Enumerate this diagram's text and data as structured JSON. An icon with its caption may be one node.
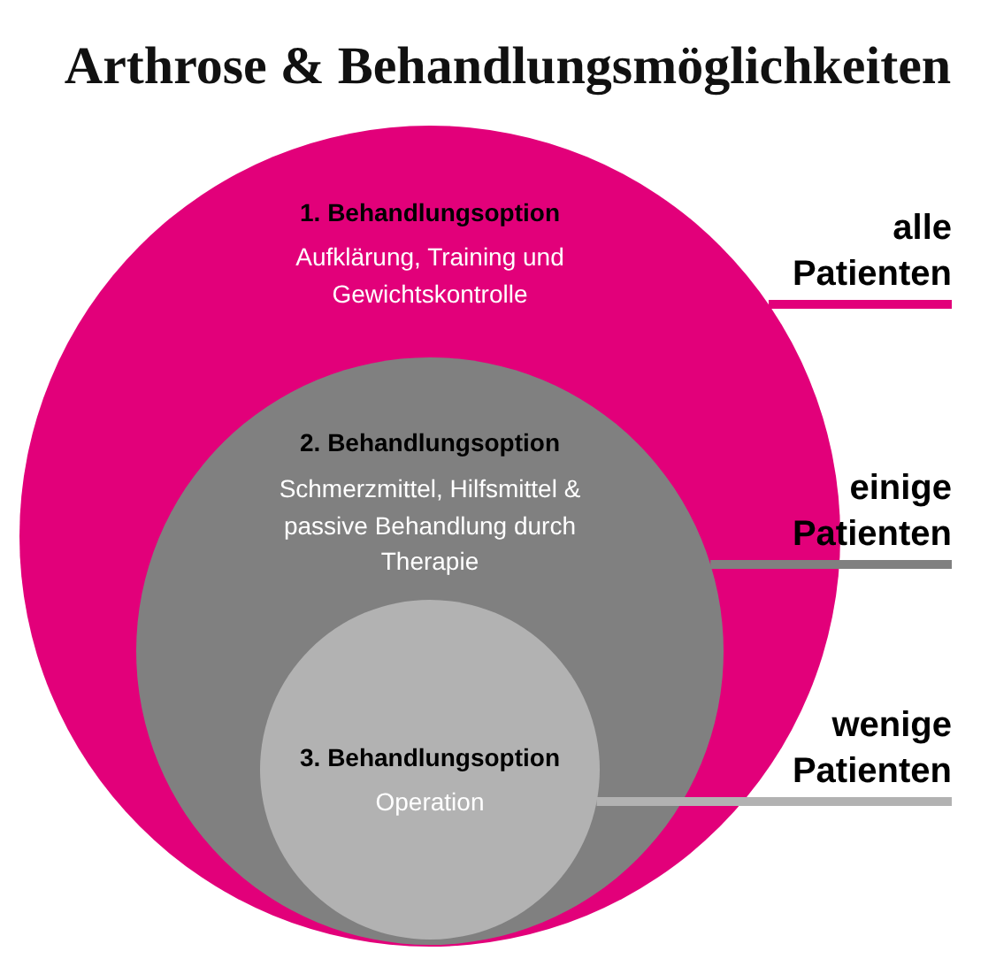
{
  "diagram": {
    "title": "Arthrose & Behandlungsmöglichkeiten",
    "nodes": [
      {
        "text": [
          "1. Behandlungsoption",
          "Aufklärung, Training und Gewichtskontrolle"
        ]
      },
      {
        "text": [
          "2. Behandlungsoption",
          "Schmerzmittel, Hilfsmittel & passive Behandlung durch Therapie"
        ],
        "in": 0
      },
      {
        "text": [
          "3. Behandlungsoption",
          "Operation"
        ],
        "in": 1
      },
      {
        "text": [
          "alle Patienten"
        ]
      },
      {
        "text": [
          "einige Patienten"
        ]
      },
      {
        "text": [
          "wenige Patienten"
        ]
      }
    ],
    "edges": [
      {
        "from": 3,
        "to": 0,
        "arrow": "none",
        "color": "#e2007a"
      },
      {
        "from": 4,
        "to": 1,
        "arrow": "none",
        "color": "#808080"
      },
      {
        "from": 5,
        "to": 2,
        "arrow": "none",
        "color": "#b2b2b2"
      }
    ]
  }
}
